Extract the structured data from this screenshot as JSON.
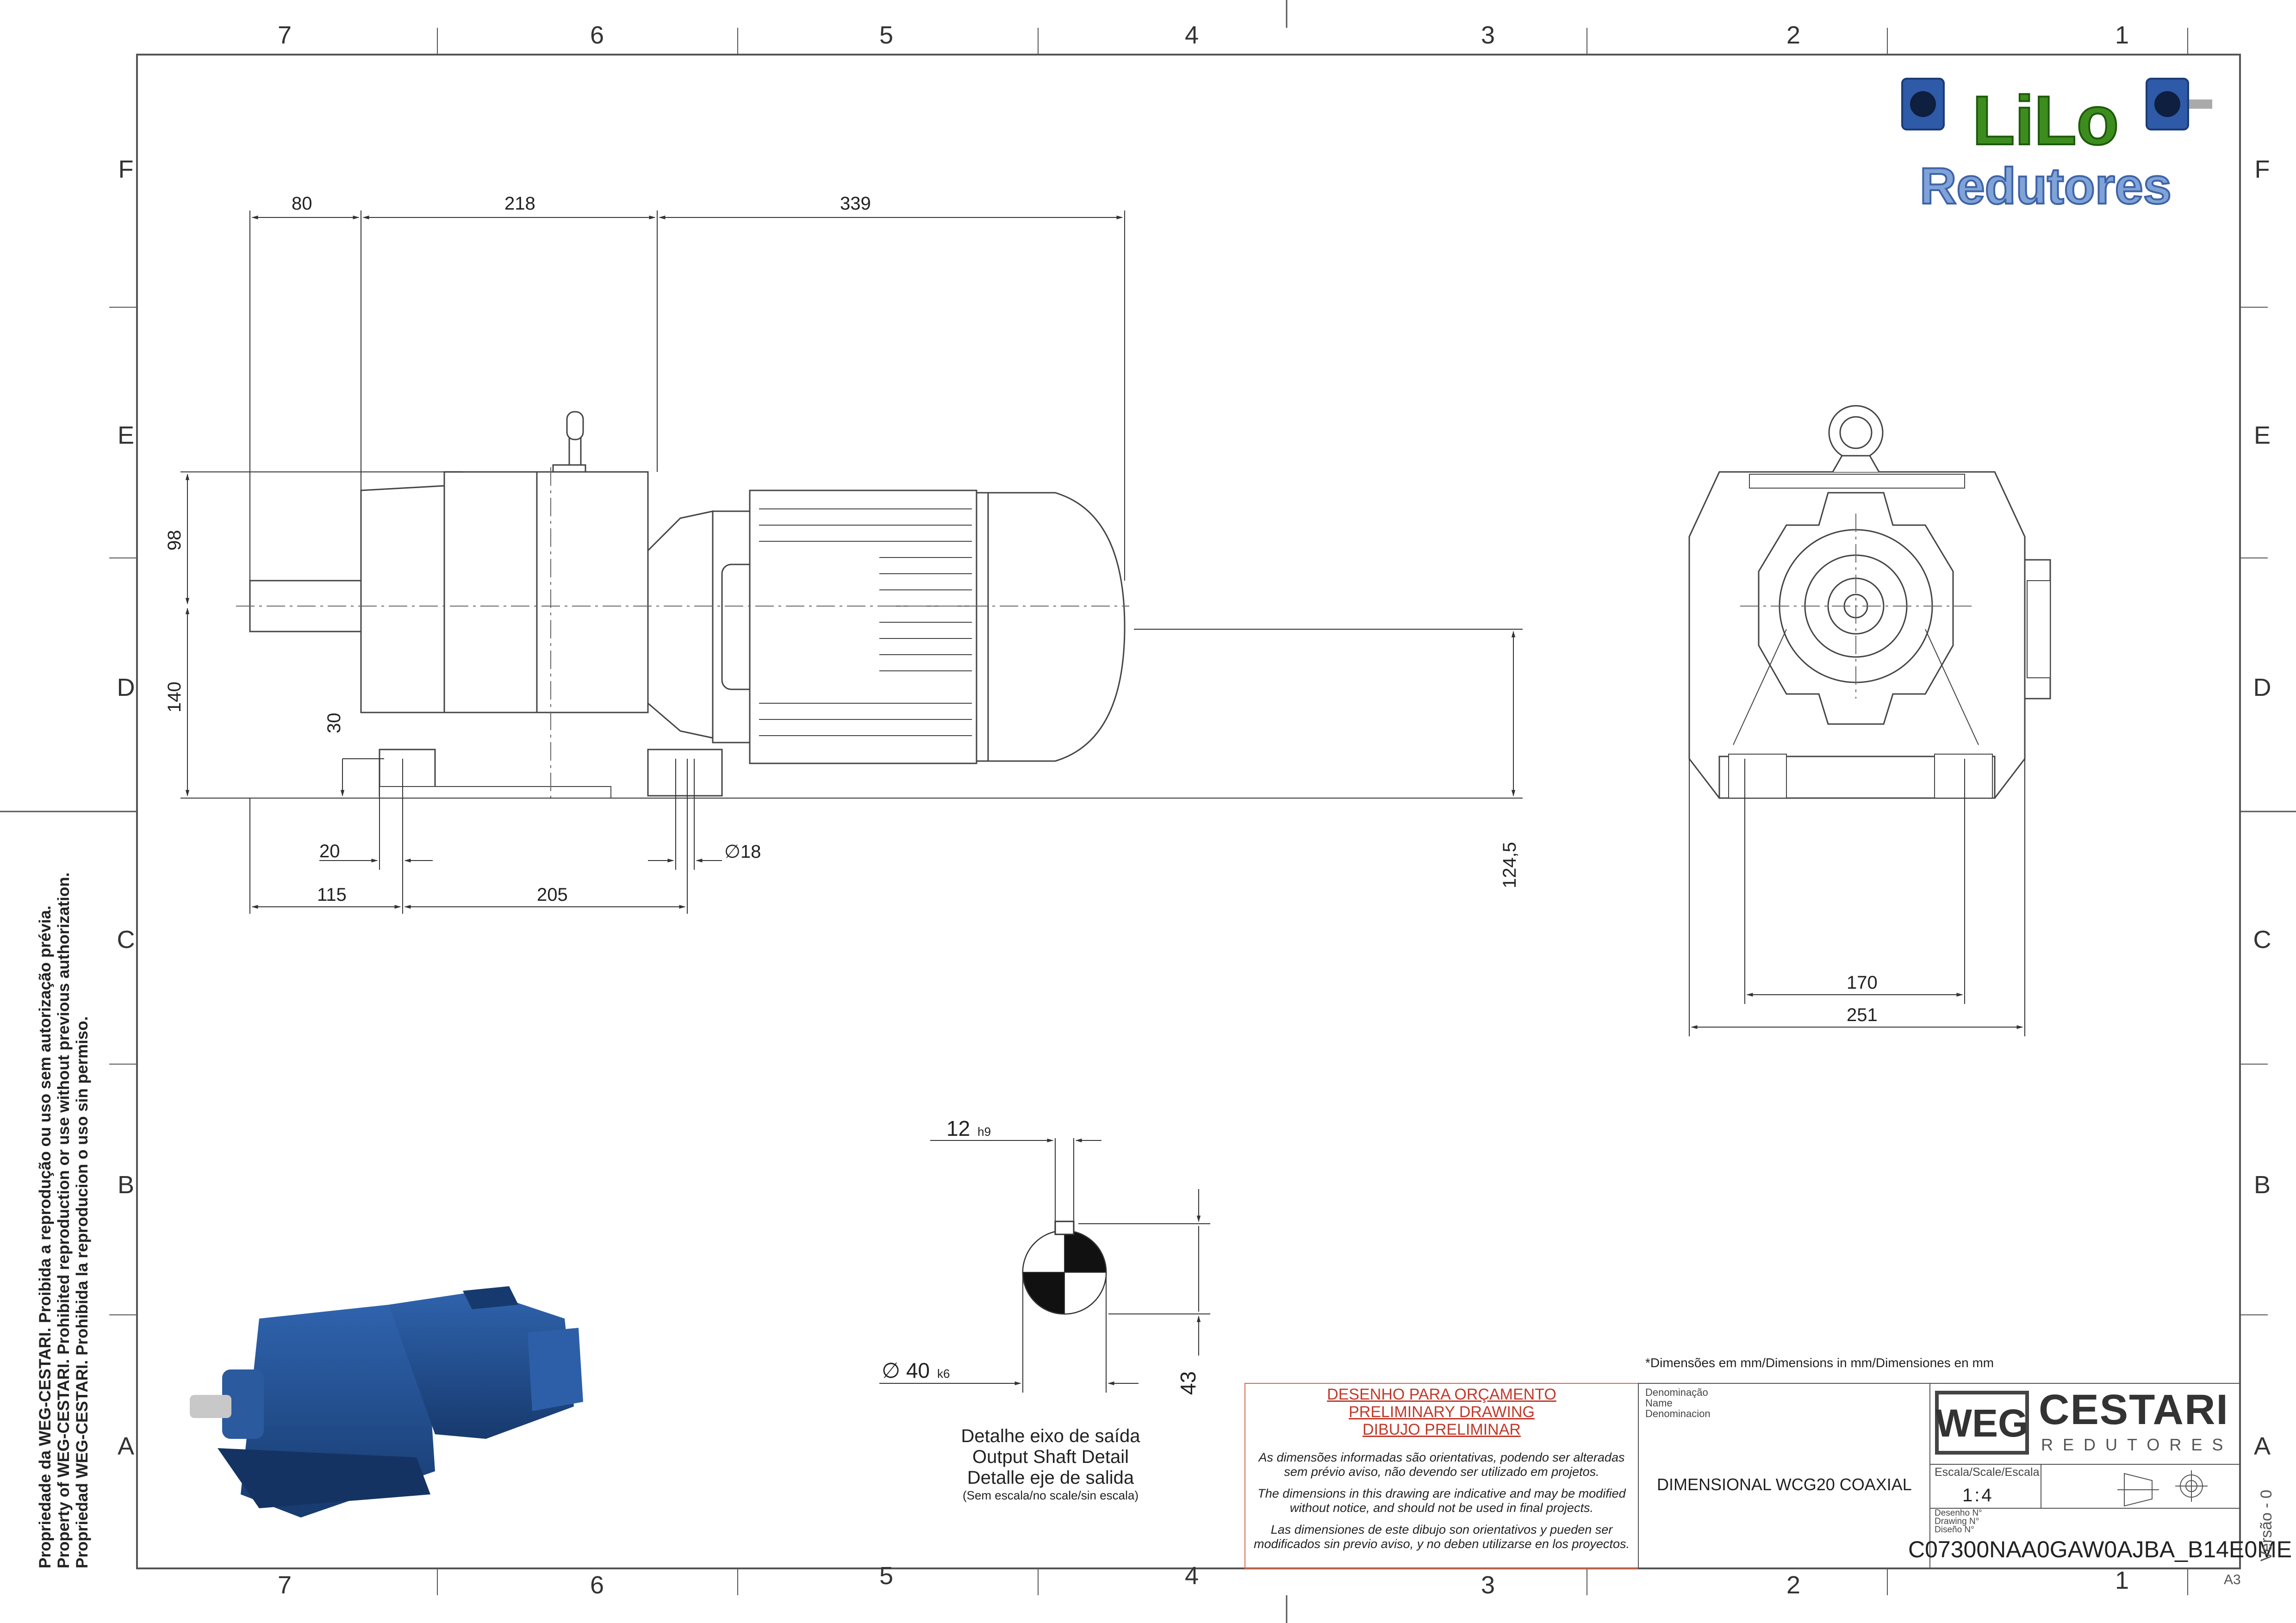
{
  "zones": {
    "top": [
      "7",
      "6",
      "5",
      "4",
      "3",
      "2",
      "1"
    ],
    "bottom": [
      "7",
      "6",
      "5",
      "4",
      "3",
      "2",
      "1"
    ],
    "left": [
      "F",
      "E",
      "D",
      "C",
      "B",
      "A"
    ],
    "right": [
      "F",
      "E",
      "D",
      "C",
      "B",
      "A"
    ]
  },
  "dims": {
    "d80": "80",
    "d218": "218",
    "d339": "339",
    "d98": "98",
    "d140": "140",
    "d30": "30",
    "d20": "20",
    "d115": "115",
    "d205": "205",
    "d18": "∅18",
    "d1245": "124,5",
    "d170": "170",
    "d251": "251",
    "d12": "12",
    "d12tol": "h9",
    "d40": "∅ 40",
    "d40tol": "k6",
    "d43": "43"
  },
  "shaft_detail": {
    "pt": "Detalhe eixo de saída",
    "en": "Output Shaft Detail",
    "es": "Detalle eje de salida",
    "scale": "(Sem escala/no scale/sin escala)"
  },
  "units_note": "*Dimensões em mm/Dimensions in mm/Dimensiones en mm",
  "preliminary": {
    "l1": "DESENHO PARA ORÇAMENTO",
    "l2": "PRELIMINARY DRAWING",
    "l3": "DIBUJO PRELIMINAR",
    "pt1": "As dimensões informadas são orientativas, podendo ser alteradas",
    "pt2": "sem prévio aviso, não devendo ser utilizado em projetos.",
    "en1": "The dimensions in this drawing are indicative and may be modified",
    "en2": "without notice, and should not be used in final projects.",
    "es1": "Las dimensiones de este dibujo son orientativos y pueden ser",
    "es2": "modificados sin previo aviso, y no deben utilizarse en los proyectos."
  },
  "title_block": {
    "denom_pt": "Denominação",
    "denom_en": "Name",
    "denom_es": "Denominacion",
    "name": "DIMENSIONAL WCG20 COAXIAL",
    "weg": "WEG",
    "brand": "CESTARI",
    "brand_sub": "REDUTORES",
    "scale_label": "Escala/Scale/Escala",
    "scale_value": "1:4",
    "drawno_pt": "Desenho  N°",
    "drawno_en": "Drawing  N°",
    "drawno_es": "Diseño  N°",
    "drawing_number": "C07300NAA0GAW0AJBA_B14E0ME",
    "version": "Versão - 0",
    "sheet_size": "A3"
  },
  "logo": {
    "line1": "LiLo",
    "line2": "Redutores"
  },
  "side_notice": {
    "l1": "Propriedade da WEG-CESTARI. Proibida a reprodução ou uso sem autorização prévia.",
    "l2": "Property of WEG-CESTARI. Prohibited reproduction or use without previous authorization.",
    "l3": "Propriedad WEG-CESTARI. Prohibida la reproducion o uso sin permiso."
  },
  "colors": {
    "line": "#333333",
    "accent_red": "#c0392b",
    "logo_green": "#3c8d1e",
    "logo_blue": "#3f63a6",
    "product_blue": "#1f4d8f"
  }
}
